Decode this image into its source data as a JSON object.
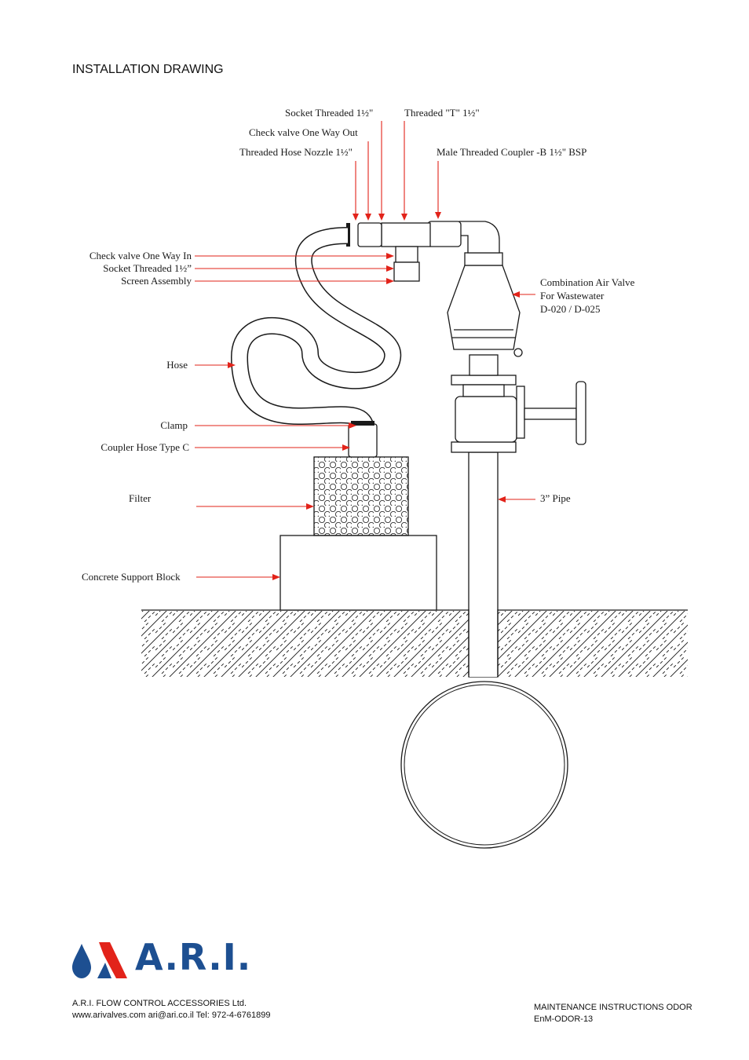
{
  "header": {
    "title": "INSTALLATION DRAWING"
  },
  "labels": {
    "socket_top": "Socket Threaded 1½\"",
    "threaded_t": "Threaded \"T\" 1½\"",
    "check_out": "Check valve One Way Out",
    "hose_nozzle": "Threaded Hose Nozzle 1½\"",
    "male_coupler": "Male Threaded Coupler -B 1½\" BSP",
    "check_in": "Check valve One Way In",
    "socket_mid": "Socket Threaded 1½”",
    "screen": "Screen Assembly",
    "air_valve_1": "Combination Air Valve",
    "air_valve_2": "For Wastewater",
    "air_valve_3": "D-020 / D-025",
    "hose": "Hose",
    "clamp": "Clamp",
    "coupler_c": "Coupler Hose Type C",
    "filter": "Filter",
    "pipe": "3”  Pipe",
    "concrete": "Concrete Support Block"
  },
  "logo": {
    "name": "A.R.I.",
    "brand_blue": "#1d4f91",
    "brand_red": "#e2231a"
  },
  "footer": {
    "company": "A.R.I. FLOW CONTROL ACCESSORIES Ltd.",
    "contact": "www.arivalves.com  ari@ari.co.il  Tel: 972-4-6761899",
    "doc_title": "MAINTENANCE INSTRUCTIONS ODOR",
    "doc_code": "EnM-ODOR-13"
  },
  "colors": {
    "arrow": "#e2231a",
    "line": "#1a1a1a"
  }
}
